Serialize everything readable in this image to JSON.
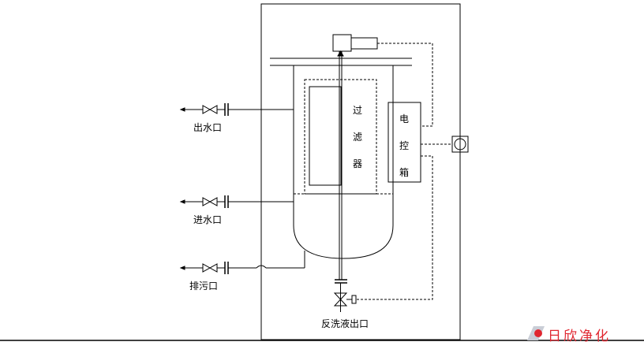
{
  "labels": {
    "outlet": "出水口",
    "inlet": "进水口",
    "drain": "排污口",
    "backwash_outlet": "反洗液出口",
    "filter": [
      "过",
      "滤",
      "器"
    ],
    "control_box": [
      "电",
      "控",
      "箱"
    ]
  },
  "brand": {
    "name": "日欣净化",
    "color": "#e0262f"
  }
}
